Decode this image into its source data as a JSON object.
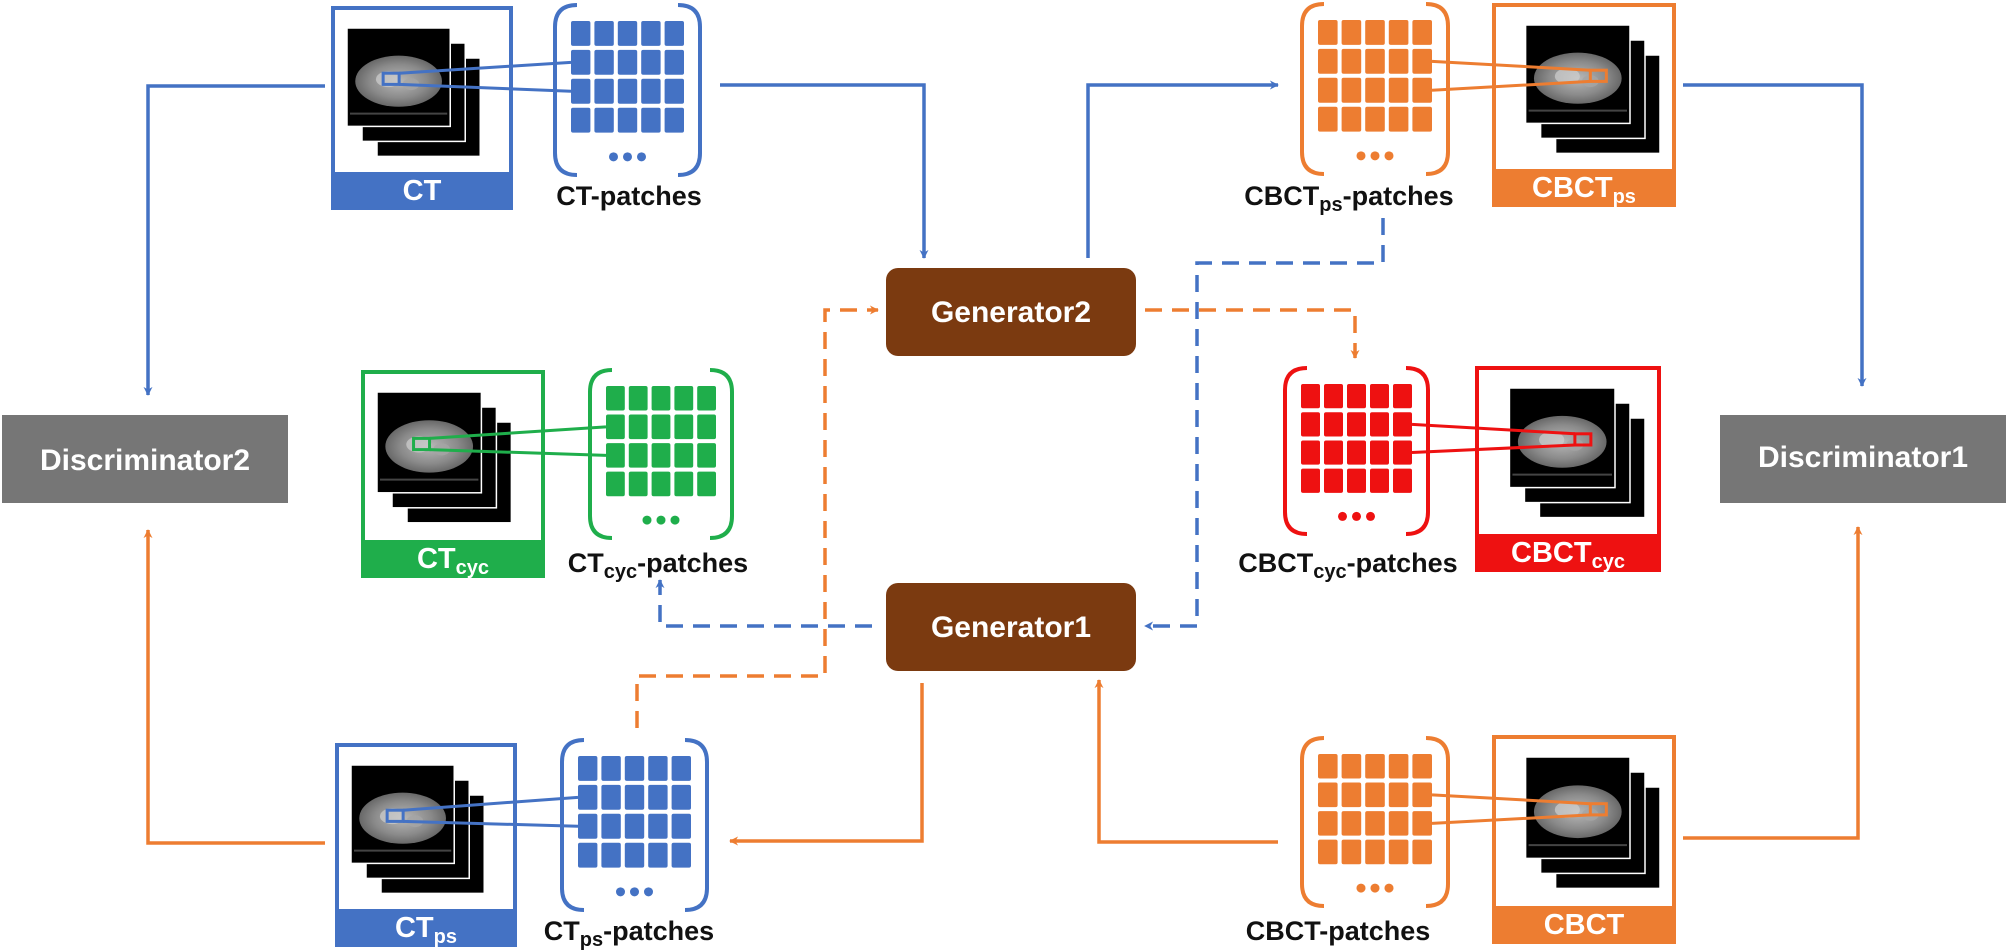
{
  "colors": {
    "blue": "#4472c4",
    "orange": "#ed7d31",
    "green": "#1fae4b",
    "red": "#ee1111",
    "generator": "#7b3a10",
    "discriminator": "#767676"
  },
  "discriminators": {
    "d1": "Discriminator1",
    "d2": "Discriminator2"
  },
  "generators": {
    "g1": "Generator1",
    "g2": "Generator2"
  },
  "images": {
    "ct": {
      "base": "CT",
      "sub": ""
    },
    "ctps": {
      "base": "CT",
      "sub": "ps"
    },
    "ctcyc": {
      "base": "CT",
      "sub": "cyc"
    },
    "cbct": {
      "base": "CBCT",
      "sub": ""
    },
    "cbctps": {
      "base": "CBCT",
      "sub": "ps"
    },
    "cbctcyc": {
      "base": "CBCT",
      "sub": "cyc"
    }
  },
  "patches": {
    "ct": {
      "pre": "CT",
      "sub": "",
      "post": "-patches"
    },
    "ctps": {
      "pre": "CT",
      "sub": "ps",
      "post": "-patches"
    },
    "ctcyc": {
      "pre": "CT",
      "sub": "cyc",
      "post": "-patches"
    },
    "cbct": {
      "pre": "CBCT",
      "sub": "",
      "post": "-patches"
    },
    "cbctps": {
      "pre": "CBCT",
      "sub": "ps",
      "post": "-patches"
    },
    "cbctcyc": {
      "pre": "CBCT",
      "sub": "cyc",
      "post": "-patches"
    }
  }
}
